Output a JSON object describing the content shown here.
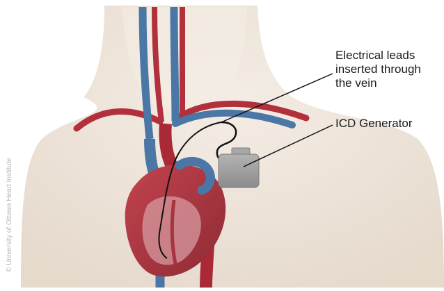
{
  "labels": {
    "leads": [
      "Electrical leads",
      "inserted through",
      "the vein"
    ],
    "icd": "ICD Generator"
  },
  "copyright": "© University of Ottawa Heart Institute",
  "colors": {
    "skin": "#efe6dc",
    "artery": "#b22f3c",
    "vein": "#4a77a6",
    "heart": "#a6343f",
    "device": "#9a9a9a",
    "text": "#1a1a1a"
  }
}
